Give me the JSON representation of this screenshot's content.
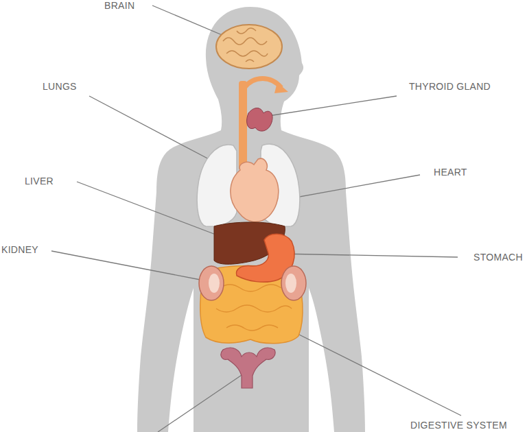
{
  "diagram": {
    "labels": [
      "BRAIN",
      "LUNGS",
      "THYROID GLAND",
      "LIVER",
      "HEART",
      "KIDNEY",
      "STOMACH",
      "DIGESTIVE SYSTEM"
    ]
  }
}
